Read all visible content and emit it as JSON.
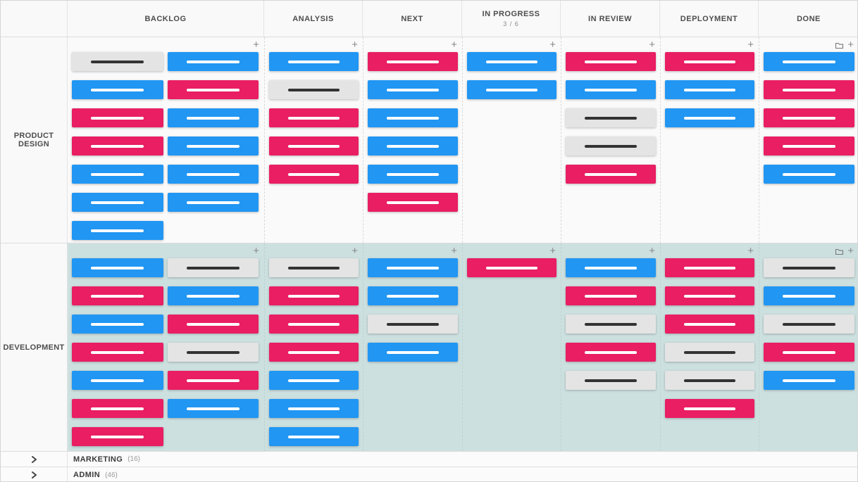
{
  "board": {
    "colors": {
      "blue": "#2196f3",
      "pink": "#e91e63",
      "gray": "#e4e4e4",
      "line_on_color": "#ffffff",
      "line_on_gray": "#333333",
      "development_lane_bg": "#cde0e0",
      "light_lane_bg": "#fafafa"
    },
    "columns": [
      {
        "id": "backlog",
        "label": "BACKLOG",
        "sub_columns": 2,
        "has_folder_icon": false
      },
      {
        "id": "analysis",
        "label": "ANALYSIS",
        "sub_columns": 1,
        "has_folder_icon": false
      },
      {
        "id": "next",
        "label": "NEXT",
        "sub_columns": 1,
        "has_folder_icon": false
      },
      {
        "id": "in_progress",
        "label": "IN PROGRESS",
        "wip": "3 / 6",
        "sub_columns": 1,
        "has_folder_icon": false
      },
      {
        "id": "in_review",
        "label": "IN REVIEW",
        "sub_columns": 1,
        "has_folder_icon": false
      },
      {
        "id": "deployment",
        "label": "DEPLOYMENT",
        "sub_columns": 1,
        "has_folder_icon": false
      },
      {
        "id": "done",
        "label": "DONE",
        "sub_columns": 1,
        "has_folder_icon": true
      }
    ],
    "lanes": [
      {
        "id": "product-design",
        "label": "PRODUCT DESIGN",
        "type": "expanded",
        "cards": {
          "backlog": [
            [
              "gray",
              "blue",
              "pink",
              "pink",
              "blue",
              "blue",
              "blue"
            ],
            [
              "blue",
              "pink",
              "blue",
              "blue",
              "blue",
              "blue"
            ]
          ],
          "analysis": [
            "blue",
            "gray",
            "pink",
            "pink",
            "pink"
          ],
          "next": [
            "pink",
            "blue",
            "blue",
            "blue",
            "blue",
            "pink"
          ],
          "in_progress": [
            "blue",
            "blue"
          ],
          "in_review": [
            "pink",
            "blue",
            "gray",
            "gray",
            "pink"
          ],
          "deployment": [
            "pink",
            "blue",
            "blue"
          ],
          "done": [
            "blue",
            "pink",
            "pink",
            "pink",
            "blue"
          ]
        }
      },
      {
        "id": "development",
        "label": "DEVELOPMENT",
        "type": "expanded",
        "cards": {
          "backlog": [
            [
              "blue",
              "pink",
              "blue",
              "pink",
              "blue",
              "pink",
              "pink"
            ],
            [
              "gray",
              "blue",
              "pink",
              "gray",
              "pink",
              "blue"
            ]
          ],
          "analysis": [
            "gray",
            "pink",
            "pink",
            "pink",
            "blue",
            "blue",
            "blue"
          ],
          "next": [
            "blue",
            "blue",
            "gray",
            "blue"
          ],
          "in_progress": [
            "pink"
          ],
          "in_review": [
            "blue",
            "pink",
            "gray",
            "pink",
            "gray"
          ],
          "deployment": [
            "pink",
            "pink",
            "pink",
            "gray",
            "gray",
            "pink"
          ],
          "done": [
            "gray",
            "blue",
            "gray",
            "pink",
            "blue"
          ]
        }
      },
      {
        "id": "marketing",
        "label": "MARKETING",
        "count": "(16)",
        "type": "collapsed"
      },
      {
        "id": "admin",
        "label": "ADMIN",
        "count": "(46)",
        "type": "collapsed"
      }
    ],
    "icons": {
      "add_card": "+",
      "folder": "folder-icon",
      "expand_chevron": "chevron-right-icon"
    }
  }
}
